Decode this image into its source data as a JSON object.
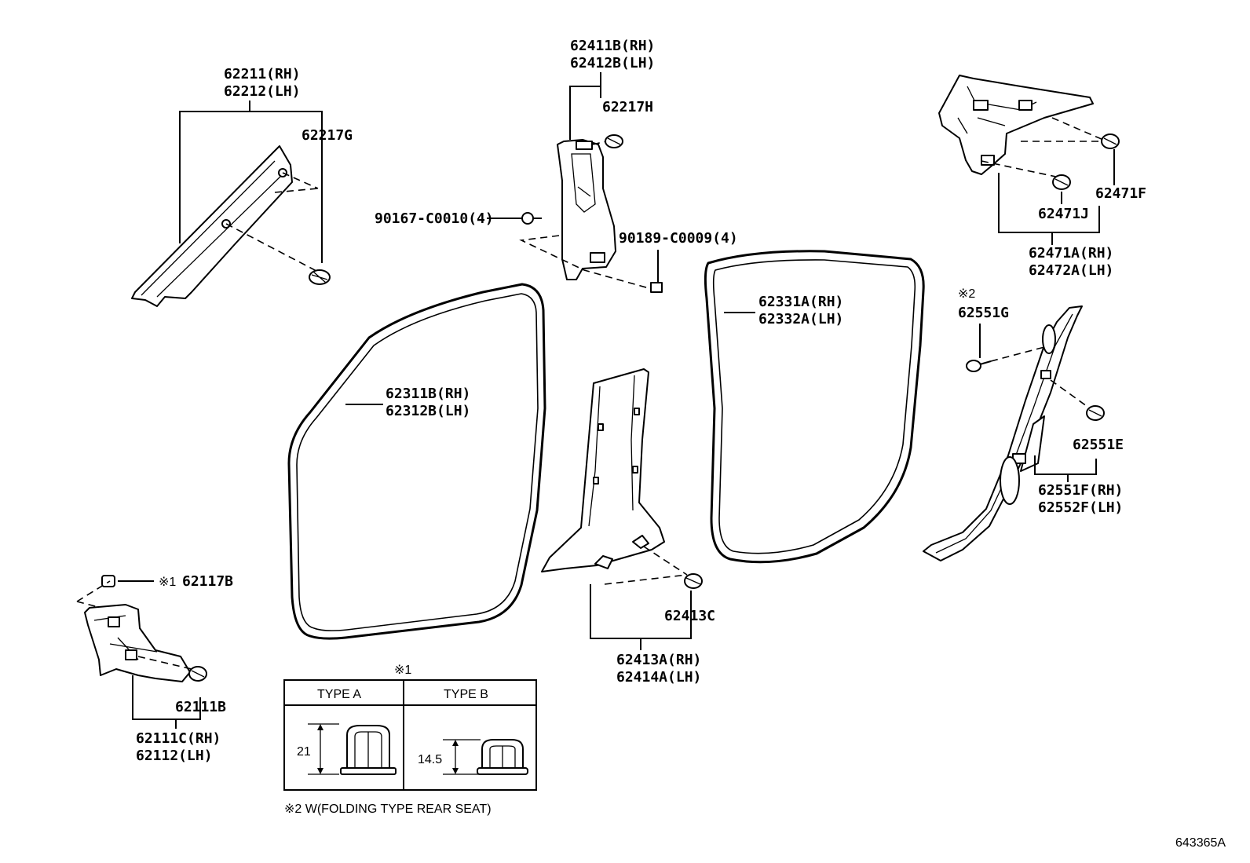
{
  "labels": {
    "a_pillar_rh": "62211(RH)",
    "a_pillar_lh": "62212(LH)",
    "clip_62217G": "62217G",
    "b_pillar_upper_rh": "62411B(RH)",
    "b_pillar_upper_lh": "62412B(LH)",
    "clip_62217H": "62217H",
    "screw_90167": "90167-C0010(4)",
    "nut_90189": "90189-C0009(4)",
    "front_weatherstrip_rh": "62311B(RH)",
    "front_weatherstrip_lh": "62312B(LH)",
    "rear_weatherstrip_rh": "62331A(RH)",
    "rear_weatherstrip_lh": "62332A(LH)",
    "b_pillar_lower_rh": "62413A(RH)",
    "b_pillar_lower_lh": "62414A(LH)",
    "clip_62413C": "62413C",
    "package_tray_rh": "62471A(RH)",
    "package_tray_lh": "62472A(LH)",
    "clip_62471F": "62471F",
    "clip_62471J": "62471J",
    "note_2_mark": "※2",
    "pin_62551G": "62551G",
    "c_pillar_rh": "62551F(RH)",
    "c_pillar_lh": "62552F(LH)",
    "clip_62551E": "62551E",
    "note_1_mark": "※1",
    "retainer_62117B": "62117B",
    "cowl_side_rh": "62111C(RH)",
    "cowl_side_lh": "62112(LH)",
    "clip_62111B": "62111B",
    "diagram_id": "643365A"
  },
  "type_table": {
    "title": "※1",
    "col_a": "TYPE A",
    "col_b": "TYPE B",
    "dim_a": "21",
    "dim_b": "14.5"
  },
  "footnote": "※2 W(FOLDING TYPE REAR SEAT)"
}
